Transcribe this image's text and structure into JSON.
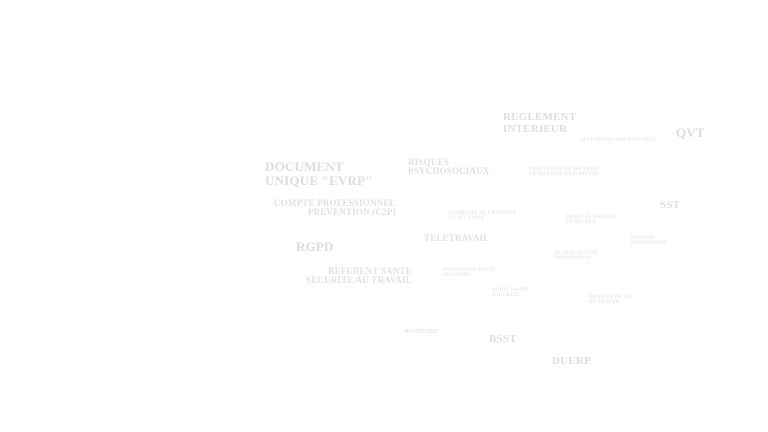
{
  "cloud": {
    "reglement": [
      "REGLEMENT",
      "INTERIEUR"
    ],
    "affichages": [
      "AFFICHAGES OBLIGATOIRES"
    ],
    "qvt": [
      "QVT"
    ],
    "document_unique": [
      "DOCUMENT",
      "UNIQUE \"EVRP\""
    ],
    "risques_psy": [
      "RISQUES",
      "PSYCHOSOCIAUX"
    ],
    "protocole": [
      "PROTOCOLE DE SECURITE",
      "ENTREPRISE EXTERIEURE"
    ],
    "compte_pro": [
      "COMPTE PROFESSIONNEL",
      "PREVENTION (C2P)"
    ],
    "conduite": [
      "CONDUITE DE CHANTIER",
      "ET SECURITE"
    ],
    "droit_retrait": [
      "DROIT DE RETRAIT",
      "ET ALERTE"
    ],
    "sst": [
      "SST"
    ],
    "teletravail": [
      "TELETRAVAIL"
    ],
    "conseil": [
      "CONSEIL",
      "PREVENTION"
    ],
    "rgpd": [
      "RGPD"
    ],
    "plan_action": [
      "PLAN D'ACTION",
      "PREVENTION"
    ],
    "referent": [
      "REFERENT SANTE",
      "SECURITE AU TRAVAIL"
    ],
    "formation": [
      "FORMATION SANTE",
      "SECURITE"
    ],
    "audit": [
      "AUDIT SANTE",
      "SECURITE"
    ],
    "qualite_vie": [
      "QUALITE DE VIE",
      "AU TRAVAIL"
    ],
    "pandemie": [
      "PANDEMIE"
    ],
    "bsst": [
      "BSST"
    ],
    "duerp": [
      "DUERP"
    ]
  }
}
